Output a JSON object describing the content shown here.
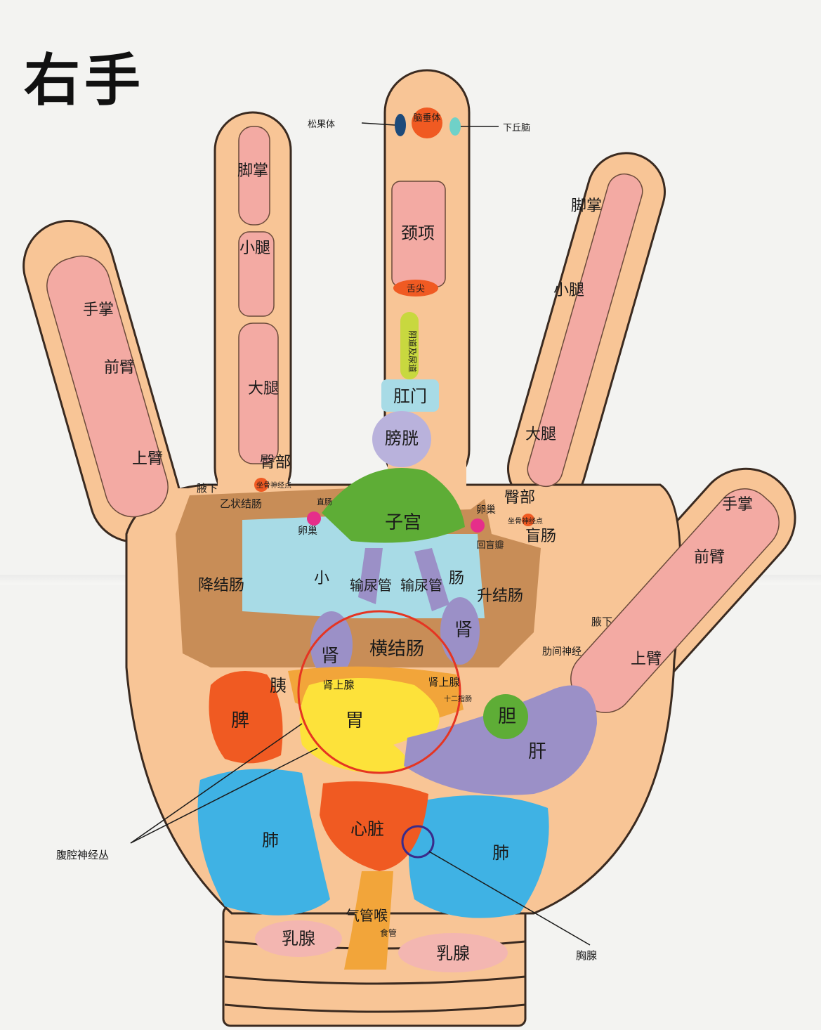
{
  "title": "右手",
  "pointers": {
    "pineal": "松果体",
    "hypothalamus": "下丘脑",
    "celiac_plexus": "腹腔神经丛",
    "intercostal": "肋间神经",
    "thymus": "胸腺"
  },
  "middle_finger": {
    "pituitary": "脑垂体",
    "neck": "颈项",
    "tongue": "舌尖",
    "vagina_urethra": "阴道及尿道",
    "anus": "肛门",
    "bladder": "膀胱"
  },
  "thumb": {
    "hand": "手掌",
    "forearm": "前臂",
    "upper_arm": "上臂",
    "armpit": "腋下"
  },
  "index_finger": {
    "foot": "脚掌",
    "calf": "小腿",
    "thigh": "大腿",
    "hip": "臀部",
    "sciatic": "坐骨神经点"
  },
  "ring_finger": {
    "foot": "脚掌",
    "calf": "小腿",
    "thigh": "大腿",
    "hip": "臀部",
    "sciatic": "坐骨神经点"
  },
  "little_finger": {
    "hand": "手掌",
    "forearm": "前臂",
    "upper_arm": "上臂",
    "armpit": "腋下"
  },
  "palm": {
    "sigmoid": "乙状结肠",
    "rectum": "直肠",
    "ovary_left": "卵巢",
    "ovary_right": "卵巢",
    "uterus": "子宫",
    "ileocecal": "回盲瓣",
    "cecum": "盲肠",
    "descending_colon": "降结肠",
    "ascending_colon": "升结肠",
    "small_intestine_a": "小",
    "small_intestine_b": "肠",
    "ureter_left": "输尿管",
    "ureter_right": "输尿管",
    "kidney_left": "肾",
    "kidney_right": "肾",
    "transverse_colon": "横结肠",
    "adrenal_left": "肾上腺",
    "adrenal_right": "肾上腺",
    "duodenum": "十二指肠",
    "spleen": "脾",
    "pancreas": "胰",
    "stomach": "胃",
    "gallbladder": "胆",
    "liver": "肝",
    "lung_left": "肺",
    "lung_right": "肺",
    "heart": "心脏",
    "trachea": "气管喉",
    "esophagus": "食管",
    "breast_left": "乳腺",
    "breast_right": "乳腺"
  },
  "colors": {
    "skin": "#f8c596",
    "pink": "#f3aaa3",
    "colon": "#c88d57",
    "small_intestine": "#a8dbe6",
    "uterus": "#5ead36",
    "kidney": "#9b90c7",
    "stomach": "#fde23a",
    "spleen": "#f05a22",
    "lung": "#3fb2e4",
    "heart": "#f05a22",
    "breast": "#f3b6b1"
  }
}
